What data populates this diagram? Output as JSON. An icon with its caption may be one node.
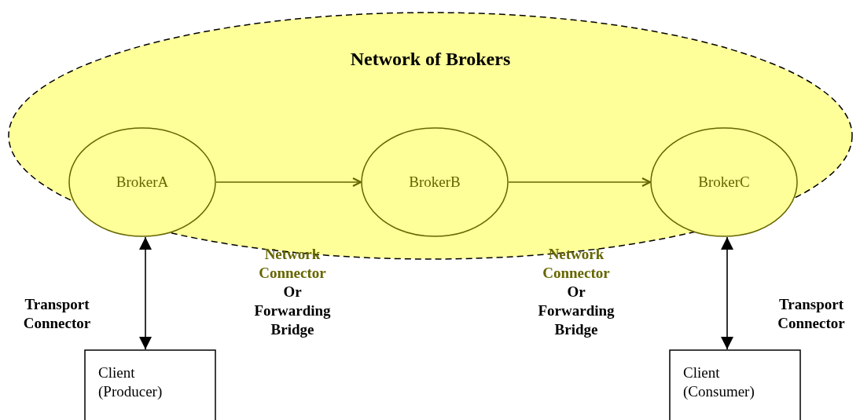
{
  "diagram": {
    "nodes": [
      {
        "text": [
          "Network of Brokers"
        ]
      },
      {
        "text": [
          "BrokerA"
        ],
        "in": 0
      },
      {
        "text": [
          "BrokerB"
        ],
        "in": 0
      },
      {
        "text": [
          "BrokerC"
        ],
        "in": 0
      },
      {
        "text": [
          "Client (Producer)"
        ]
      },
      {
        "text": [
          "Client (Consumer)"
        ]
      }
    ],
    "edges": [
      {
        "from": 1,
        "to": 2,
        "arrow": "to",
        "color": "#666600"
      },
      {
        "from": 2,
        "to": 3,
        "arrow": "to",
        "color": "#666600"
      },
      {
        "from": 1,
        "to": 4,
        "arrow": "both",
        "color": "#000000"
      },
      {
        "from": 3,
        "to": 5,
        "arrow": "both",
        "color": "#000000"
      }
    ],
    "labels": [
      "Transport Connector",
      "Network Connector",
      "Or Forwarding Bridge",
      "Network Connector",
      "Or Forwarding Bridge",
      "Transport Connector"
    ]
  }
}
